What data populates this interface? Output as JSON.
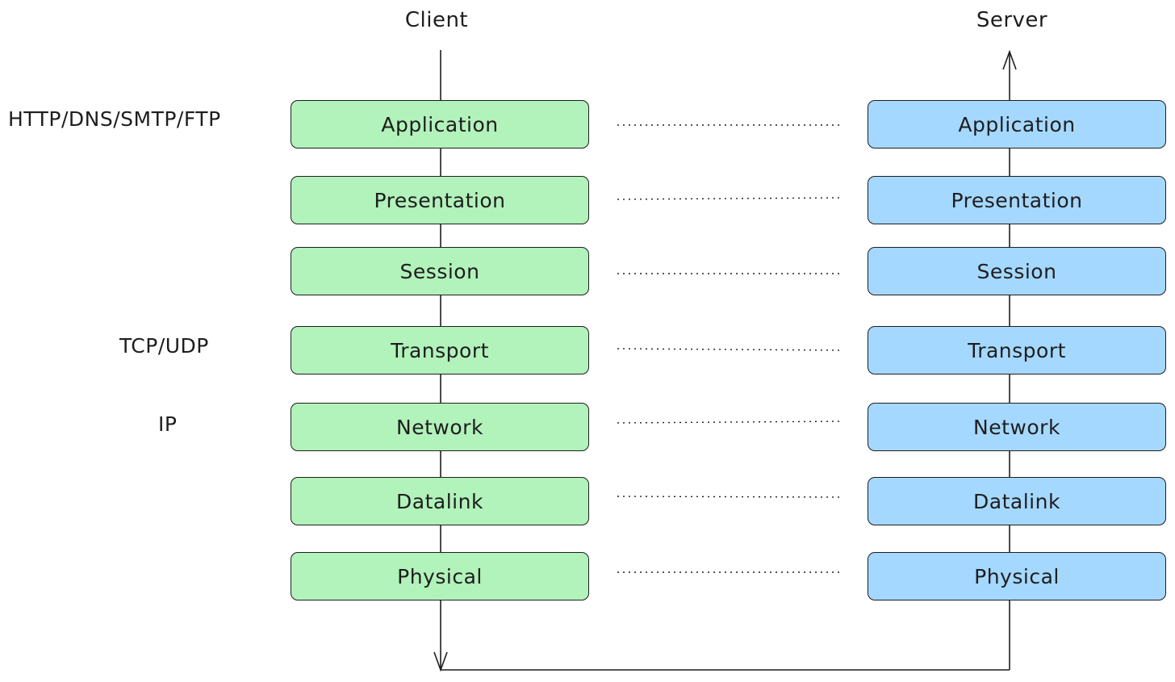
{
  "client_title": "Client",
  "server_title": "Server",
  "layers": [
    "Application",
    "Presentation",
    "Session",
    "Transport",
    "Network",
    "Datalink",
    "Physical"
  ],
  "protocols": {
    "application": "HTTP/DNS/SMTP/FTP",
    "transport": "TCP/UDP",
    "network": "IP"
  },
  "colors": {
    "client_fill": "#b2f2bb",
    "server_fill": "#a5d8ff",
    "stroke": "#1e1e1e"
  }
}
